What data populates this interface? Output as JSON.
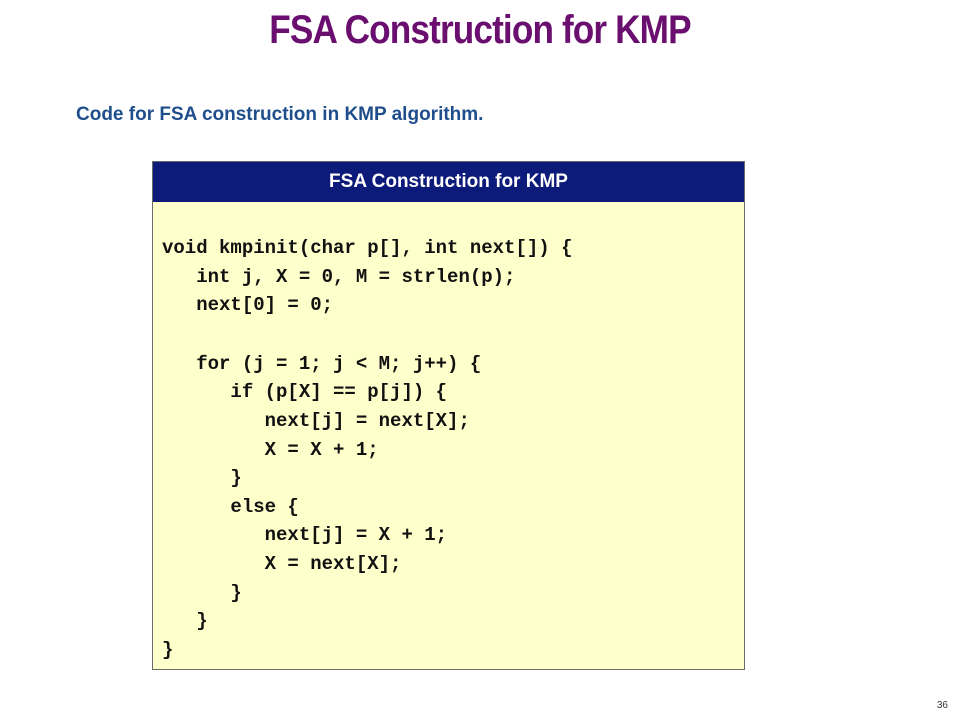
{
  "slide": {
    "title": "FSA Construction for KMP",
    "subtitle": "Code for FSA construction in KMP algorithm.",
    "page_number": "36"
  },
  "code_box": {
    "header": "FSA Construction for KMP",
    "lines": [
      "void kmpinit(char p[], int next[]) {",
      "   int j, X = 0, M = strlen(p);",
      "   next[0] = 0;",
      "",
      "   for (j = 1; j < M; j++) {",
      "      if (p[X] == p[j]) {",
      "         next[j] = next[X];",
      "         X = X + 1;",
      "      }",
      "      else {",
      "         next[j] = X + 1;",
      "         X = next[X];",
      "      }",
      "   }",
      "}"
    ]
  },
  "colors": {
    "title": "#6a0f6f",
    "subtitle": "#1f4e8c",
    "header_bg": "#0c1a7a",
    "code_bg": "#ffffcc"
  }
}
